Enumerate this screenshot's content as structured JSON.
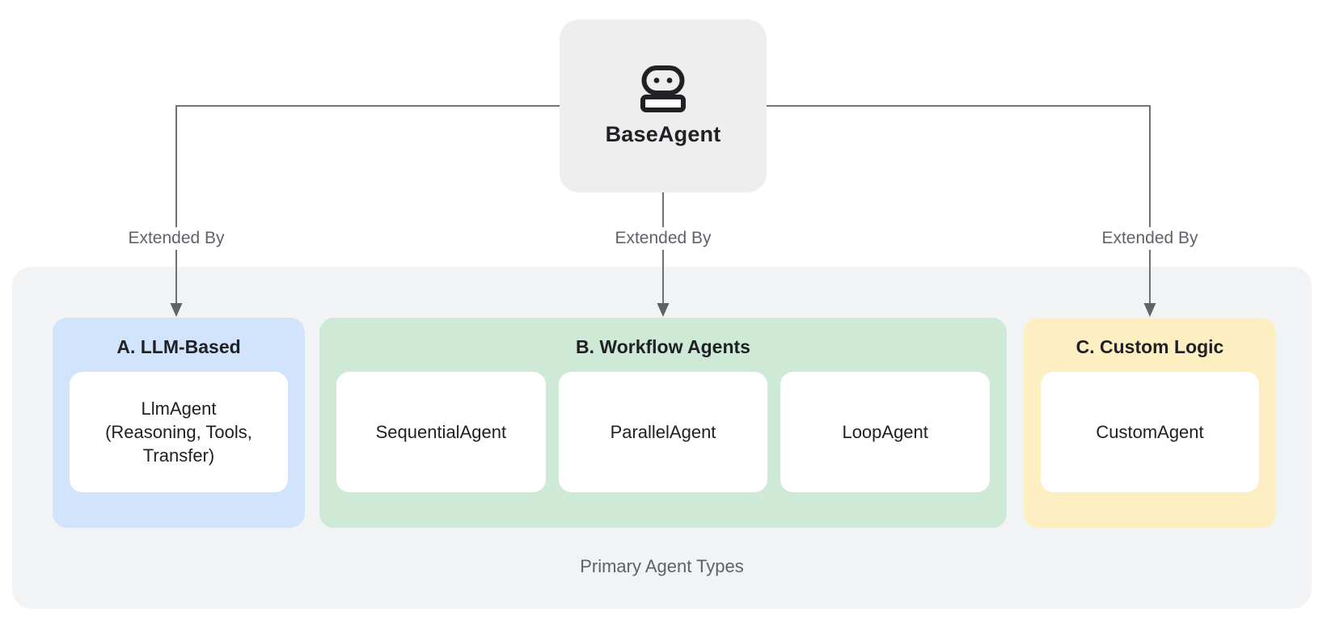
{
  "diagram": {
    "root": {
      "label": "BaseAgent",
      "icon": "robot-icon"
    },
    "edges": [
      {
        "label": "Extended By"
      },
      {
        "label": "Extended By"
      },
      {
        "label": "Extended By"
      }
    ],
    "groups": [
      {
        "title": "A. LLM-Based",
        "bg": "#d2e3fc",
        "cards": [
          "LlmAgent\n(Reasoning, Tools,\nTransfer)"
        ]
      },
      {
        "title": "B. Workflow Agents",
        "bg": "#ceead6",
        "cards": [
          "SequentialAgent",
          "ParallelAgent",
          "LoopAgent"
        ]
      },
      {
        "title": "C. Custom Logic",
        "bg": "#feefc3",
        "cards": [
          "CustomAgent"
        ]
      }
    ],
    "caption": "Primary Agent Types",
    "colors": {
      "connector": "#5f6368",
      "text_primary": "#202124",
      "text_secondary": "#5f6368",
      "root_node_bg": "#eeeeee",
      "container_bg": "#f1f3f4",
      "card_bg": "#ffffff"
    }
  }
}
